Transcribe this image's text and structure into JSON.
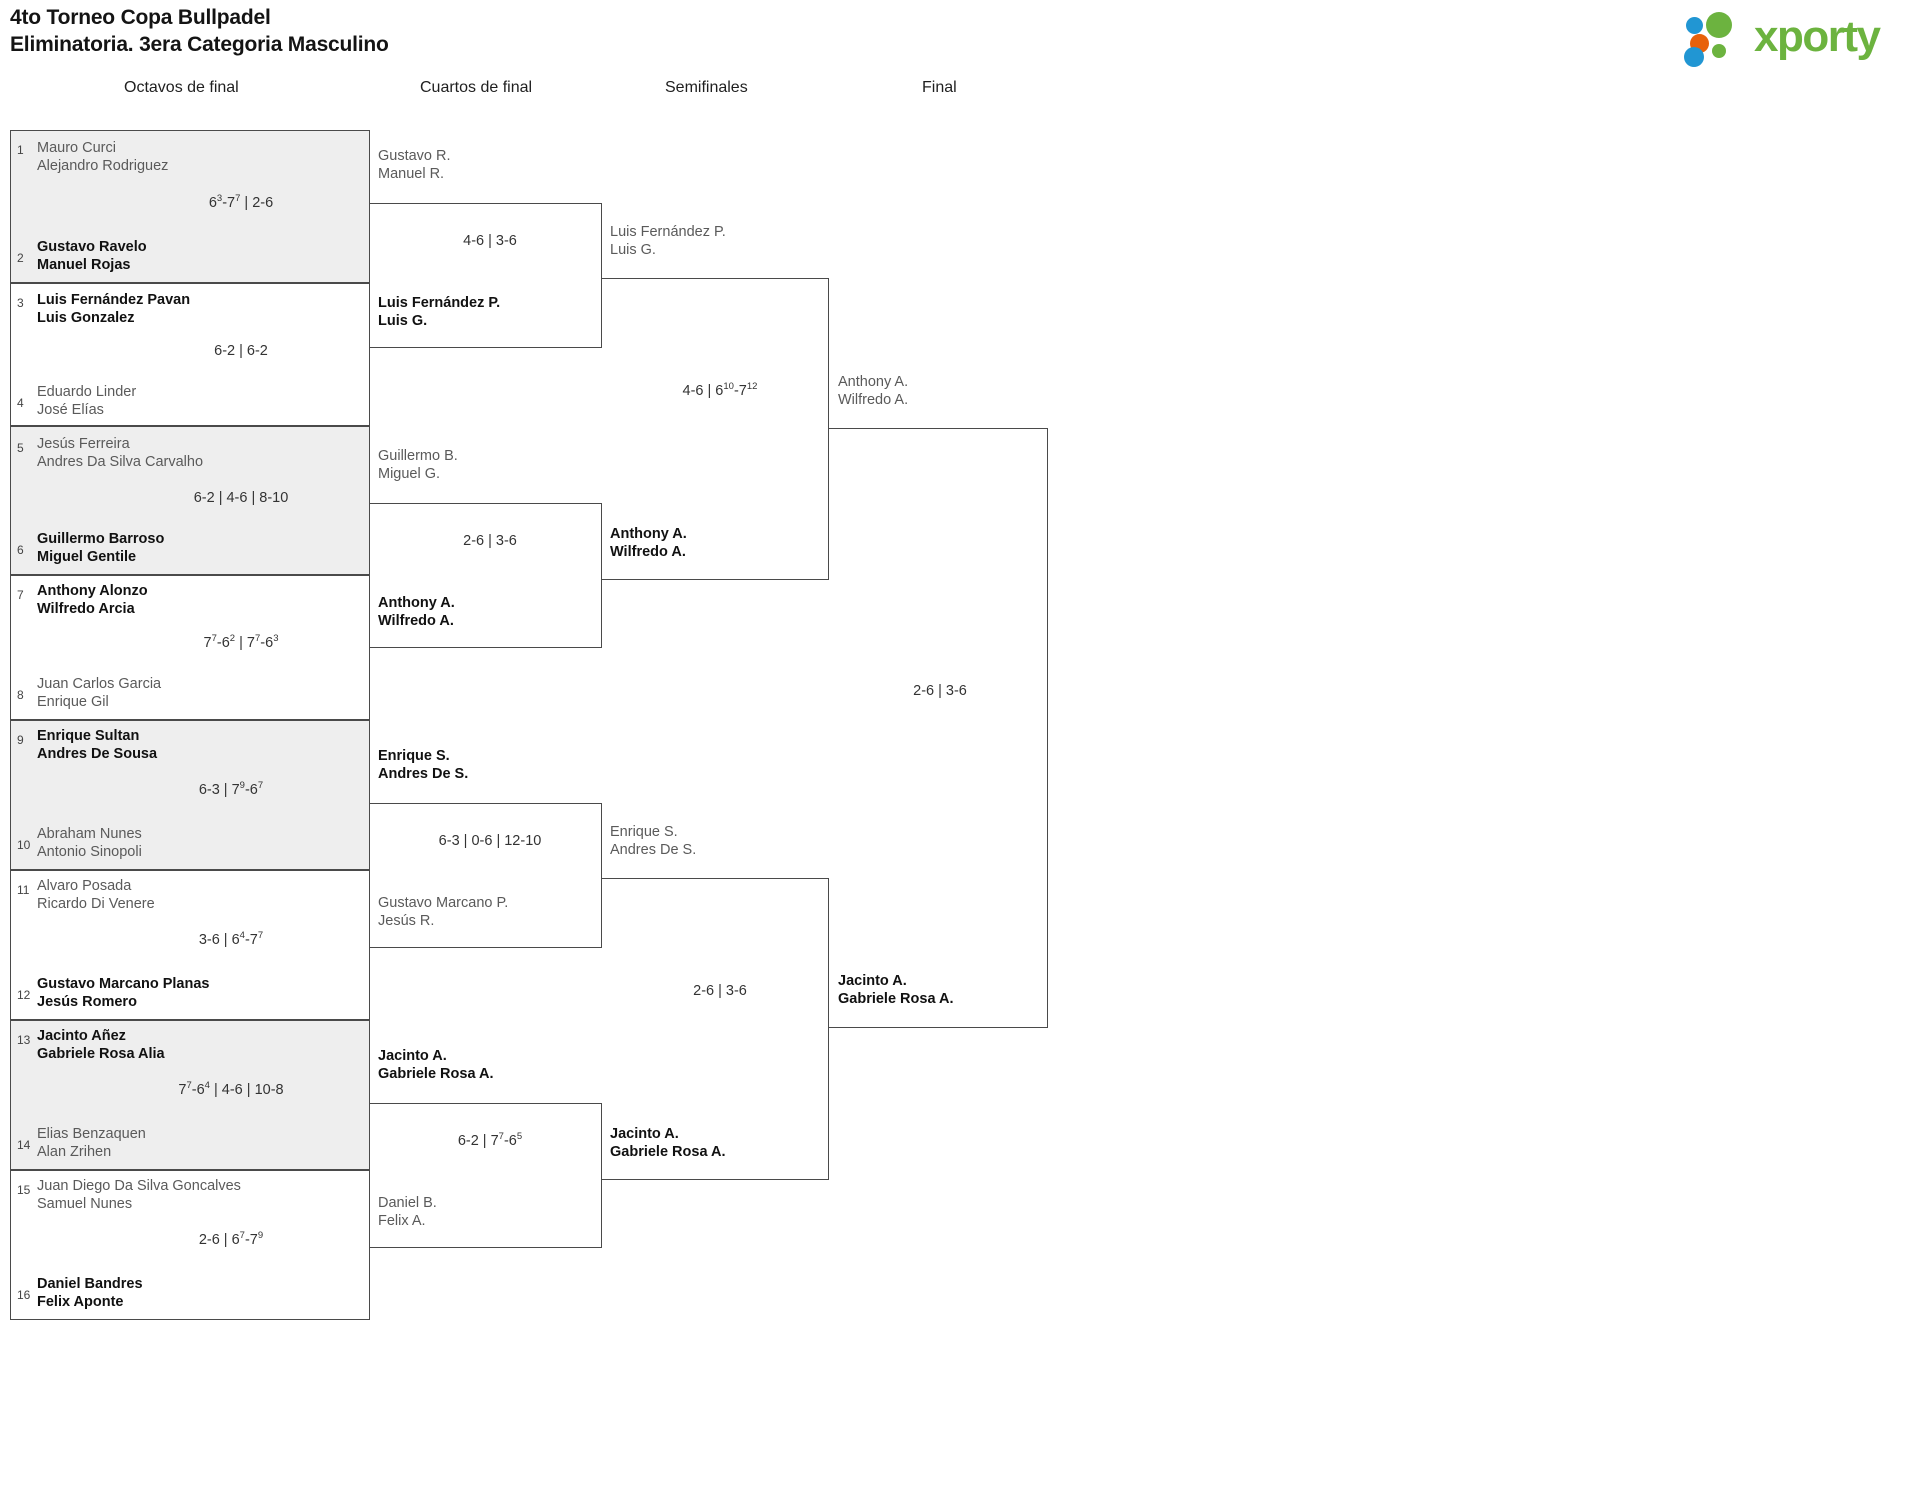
{
  "header": {
    "title_line_1": "4to Torneo Copa Bullpadel",
    "title_line_2": "Eliminatoria. 3era Categoria Masculino",
    "logo_text": "xporty",
    "logo_colors": {
      "blue": "#2196d3",
      "orange": "#e8610a",
      "green": "#6cb33f"
    }
  },
  "rounds": [
    {
      "id": "r16",
      "label": "Octavos de final"
    },
    {
      "id": "qf",
      "label": "Cuartos de final"
    },
    {
      "id": "sf",
      "label": "Semifinales"
    },
    {
      "id": "f",
      "label": "Final"
    }
  ],
  "round_of_16": [
    {
      "match": 1,
      "top": {
        "seed": "1",
        "p1": "Mauro Curci",
        "p2": "Alejandro Rodriguez",
        "result": "loser"
      },
      "bottom": {
        "seed": "2",
        "p1": "Gustavo Ravelo",
        "p2": "Manuel Rojas",
        "result": "winner"
      },
      "score_html": "6<sup>3</sup>-7<sup>7</sup> | 2-6",
      "score_text": "6(3)-7(7) | 2-6"
    },
    {
      "match": 2,
      "top": {
        "seed": "3",
        "p1": "Luis Fernández Pavan",
        "p2": "Luis Gonzalez",
        "result": "winner"
      },
      "bottom": {
        "seed": "4",
        "p1": "Eduardo Linder",
        "p2": "José Elías",
        "result": "loser"
      },
      "score_html": "6-2 | 6-2",
      "score_text": "6-2 | 6-2"
    },
    {
      "match": 3,
      "top": {
        "seed": "5",
        "p1": "Jesús Ferreira",
        "p2": "Andres Da Silva Carvalho",
        "result": "loser"
      },
      "bottom": {
        "seed": "6",
        "p1": "Guillermo Barroso",
        "p2": "Miguel Gentile",
        "result": "winner"
      },
      "score_html": "6-2 | 4-6 | 8-10",
      "score_text": "6-2 | 4-6 | 8-10"
    },
    {
      "match": 4,
      "top": {
        "seed": "7",
        "p1": "Anthony Alonzo",
        "p2": "Wilfredo Arcia",
        "result": "winner"
      },
      "bottom": {
        "seed": "8",
        "p1": "Juan Carlos Garcia",
        "p2": "Enrique Gil",
        "result": "loser"
      },
      "score_html": "7<sup>7</sup>-6<sup>2</sup> | 7<sup>7</sup>-6<sup>3</sup>",
      "score_text": "7(7)-6(2) | 7(7)-6(3)"
    },
    {
      "match": 5,
      "top": {
        "seed": "9",
        "p1": "Enrique Sultan",
        "p2": "Andres De Sousa",
        "result": "winner"
      },
      "bottom": {
        "seed": "10",
        "p1": "Abraham Nunes",
        "p2": "Antonio Sinopoli",
        "result": "loser"
      },
      "score_html": "6-3 | 7<sup>9</sup>-6<sup>7</sup>",
      "score_text": "6-3 | 7(9)-6(7)"
    },
    {
      "match": 6,
      "top": {
        "seed": "11",
        "p1": "Alvaro Posada",
        "p2": "Ricardo Di Venere",
        "result": "loser"
      },
      "bottom": {
        "seed": "12",
        "p1": "Gustavo Marcano Planas",
        "p2": "Jesús Romero",
        "result": "winner"
      },
      "score_html": "3-6 | 6<sup>4</sup>-7<sup>7</sup>",
      "score_text": "3-6 | 6(4)-7(7)"
    },
    {
      "match": 7,
      "top": {
        "seed": "13",
        "p1": "Jacinto Añez",
        "p2": "Gabriele Rosa Alia",
        "result": "winner"
      },
      "bottom": {
        "seed": "14",
        "p1": "Elias Benzaquen",
        "p2": "Alan Zrihen",
        "result": "loser"
      },
      "score_html": "7<sup>7</sup>-6<sup>4</sup> | 4-6 | 10-8",
      "score_text": "7(7)-6(4) | 4-6 | 10-8"
    },
    {
      "match": 8,
      "top": {
        "seed": "15",
        "p1": "Juan Diego Da Silva Goncalves",
        "p2": "Samuel Nunes",
        "result": "loser"
      },
      "bottom": {
        "seed": "16",
        "p1": "Daniel Bandres",
        "p2": "Felix Aponte",
        "result": "winner"
      },
      "score_html": "2-6 | 6<sup>7</sup>-7<sup>9</sup>",
      "score_text": "2-6 | 6(7)-7(9)"
    }
  ],
  "quarter_finals": [
    {
      "match": 1,
      "top": {
        "p1": "Gustavo R.",
        "p2": "Manuel R.",
        "result": "loser"
      },
      "bottom": {
        "p1": "Luis Fernández P.",
        "p2": "Luis G.",
        "result": "winner"
      },
      "score_html": "4-6 | 3-6",
      "score_text": "4-6 | 3-6"
    },
    {
      "match": 2,
      "top": {
        "p1": "Guillermo B.",
        "p2": "Miguel G.",
        "result": "loser"
      },
      "bottom": {
        "p1": "Anthony A.",
        "p2": "Wilfredo A.",
        "result": "winner"
      },
      "score_html": "2-6 | 3-6",
      "score_text": "2-6 | 3-6"
    },
    {
      "match": 3,
      "top": {
        "p1": "Enrique S.",
        "p2": "Andres De S.",
        "result": "winner"
      },
      "bottom": {
        "p1": "Gustavo Marcano P.",
        "p2": "Jesús R.",
        "result": "loser"
      },
      "score_html": "6-3 | 0-6 | 12-10",
      "score_text": "6-3 | 0-6 | 12-10"
    },
    {
      "match": 4,
      "top": {
        "p1": "Jacinto A.",
        "p2": "Gabriele Rosa A.",
        "result": "winner"
      },
      "bottom": {
        "p1": "Daniel B.",
        "p2": "Felix A.",
        "result": "loser"
      },
      "score_html": "6-2 | 7<sup>7</sup>-6<sup>5</sup>",
      "score_text": "6-2 | 7(7)-6(5)"
    }
  ],
  "semi_finals": [
    {
      "match": 1,
      "top": {
        "p1": "Luis Fernández P.",
        "p2": "Luis G.",
        "result": "loser"
      },
      "bottom": {
        "p1": "Anthony A.",
        "p2": "Wilfredo A.",
        "result": "winner"
      },
      "score_html": "4-6 | 6<sup>10</sup>-7<sup>12</sup>",
      "score_text": "4-6 | 6(10)-7(12)"
    },
    {
      "match": 2,
      "top": {
        "p1": "Enrique S.",
        "p2": "Andres De S.",
        "result": "loser"
      },
      "bottom": {
        "p1": "Jacinto A.",
        "p2": "Gabriele Rosa A.",
        "result": "winner"
      },
      "score_html": "2-6 | 3-6",
      "score_text": "2-6 | 3-6"
    }
  ],
  "final": [
    {
      "match": 1,
      "top": {
        "p1": "Anthony A.",
        "p2": "Wilfredo A.",
        "result": "loser"
      },
      "bottom": {
        "p1": "Jacinto A.",
        "p2": "Gabriele Rosa A.",
        "result": "winner"
      },
      "score_html": "2-6 | 3-6",
      "score_text": "2-6 | 3-6"
    }
  ]
}
